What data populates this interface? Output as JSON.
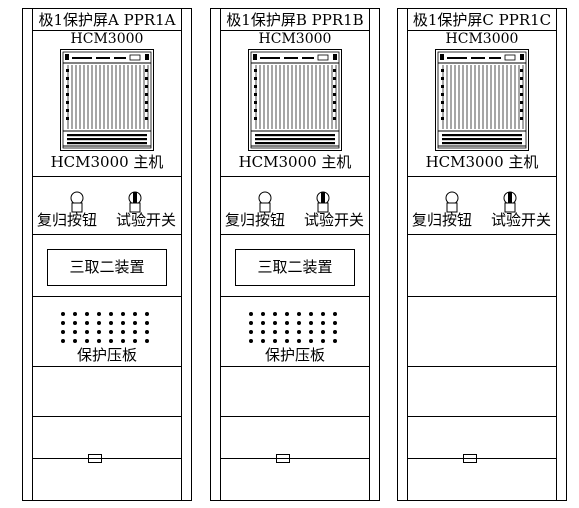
{
  "cabinets": [
    {
      "title": "极1保护屏A PPR1A",
      "model": "HCM3000",
      "host_label": "HCM3000 主机",
      "reset_label": "复归按钮",
      "test_label": "试验开关",
      "device_label": "三取二装置",
      "plate_label": "保护压板"
    },
    {
      "title": "极1保护屏B PPR1B",
      "model": "HCM3000",
      "host_label": "HCM3000 主机",
      "reset_label": "复归按钮",
      "test_label": "试验开关",
      "device_label": "三取二装置",
      "plate_label": "保护压板"
    },
    {
      "title": "极1保护屏C PPR1C",
      "model": "HCM3000",
      "host_label": "HCM3000 主机",
      "reset_label": "复归按钮",
      "test_label": "试验开关"
    }
  ]
}
